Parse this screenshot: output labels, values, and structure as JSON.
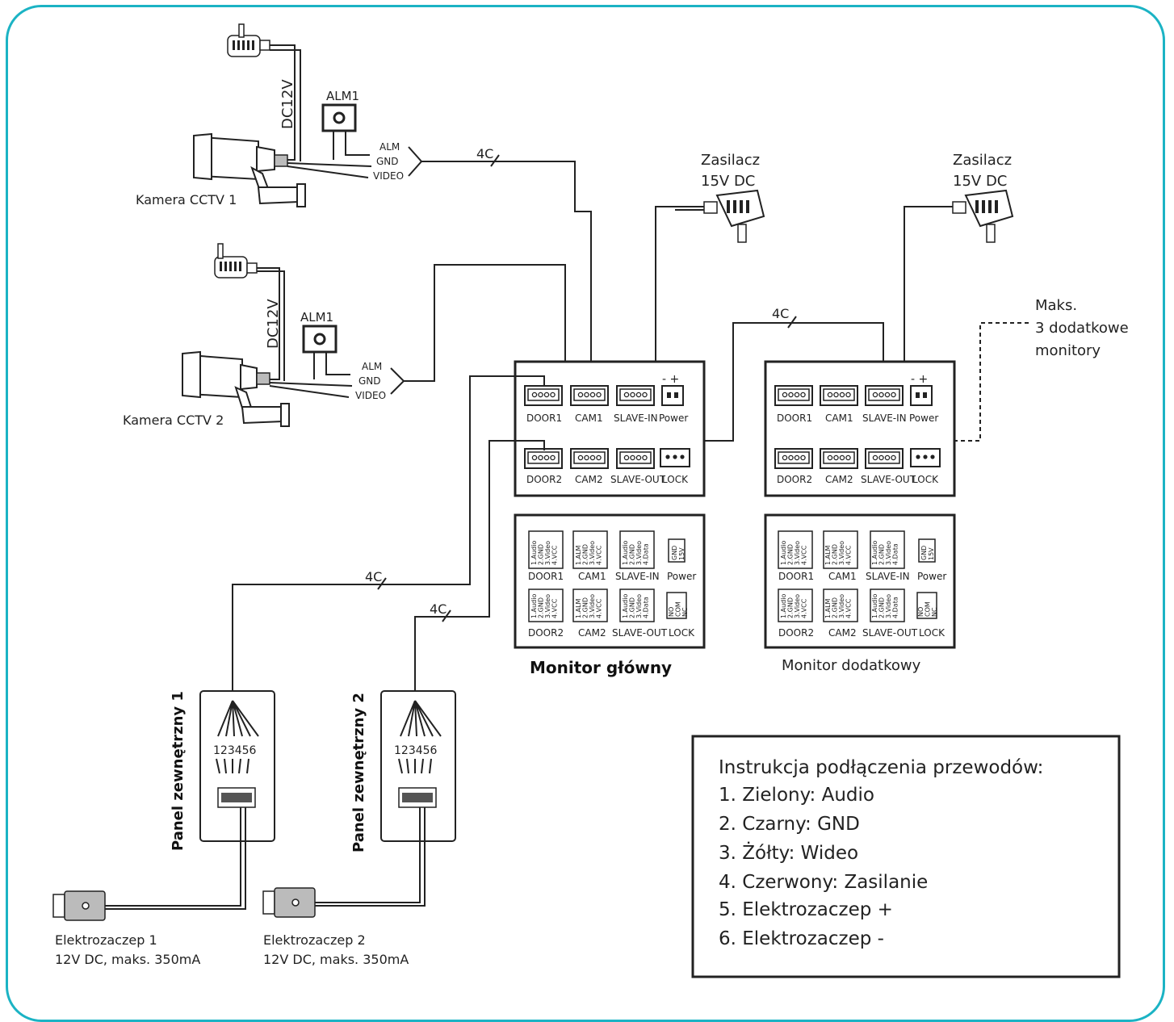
{
  "camera1": {
    "label": "Kamera CCTV 1",
    "power": "DC12V",
    "alarm": "ALM1",
    "wires": [
      "ALM",
      "GND",
      "VIDEO"
    ]
  },
  "camera2": {
    "label": "Kamera CCTV 2",
    "power": "DC12V",
    "alarm": "ALM1",
    "wires": [
      "ALM",
      "GND",
      "VIDEO"
    ]
  },
  "cable": "4C",
  "psu1": {
    "line1": "Zasilacz",
    "line2": "15V DC"
  },
  "psu2": {
    "line1": "Zasilacz",
    "line2": "15V DC"
  },
  "extra_monitors": {
    "line1": "Maks.",
    "line2": "3 dodatkowe",
    "line3": "monitory"
  },
  "main_monitor": {
    "title": "Monitor główny",
    "ports_top": [
      "DOOR1",
      "CAM1",
      "SLAVE-IN",
      "Power"
    ],
    "ports_bottom": [
      "DOOR2",
      "CAM2",
      "SLAVE-OUT",
      "LOCK"
    ],
    "power_sign": "- +"
  },
  "slave_monitor": {
    "title": "Monitor dodatkowy",
    "ports_top": [
      "DOOR1",
      "CAM1",
      "SLAVE-IN",
      "Power"
    ],
    "ports_bottom": [
      "DOOR2",
      "CAM2",
      "SLAVE-OUT",
      "LOCK"
    ],
    "power_sign": "- +"
  },
  "pinout": {
    "door": [
      "1.Audio",
      "2.GND",
      "3.Video",
      "4.VCC"
    ],
    "cam": [
      "1.ALM",
      "2.GND",
      "3.Video",
      "4.VCC"
    ],
    "slave": [
      "1.Audio",
      "2.GND",
      "3.Video",
      "4.Data"
    ],
    "power": [
      "GND",
      "15V"
    ],
    "lock": [
      "NO",
      "COM",
      "NC"
    ]
  },
  "panel1": {
    "label": "Panel zewnętrzny 1",
    "pins": "123456"
  },
  "panel2": {
    "label": "Panel zewnętrzny 2",
    "pins": "123456"
  },
  "lock1": {
    "line1": "Elektrozaczep 1",
    "line2": "12V DC, maks. 350mA"
  },
  "lock2": {
    "line1": "Elektrozaczep 2",
    "line2": "12V DC, maks. 350mA"
  },
  "legend": {
    "title": "Instrukcja podłączenia przewodów:",
    "items": [
      "1. Zielony: Audio",
      "2. Czarny: GND",
      "3. Żółty: Wideo",
      "4. Czerwony: Zasilanie",
      "5. Elektrozaczep +",
      "6. Elektrozaczep -"
    ]
  }
}
